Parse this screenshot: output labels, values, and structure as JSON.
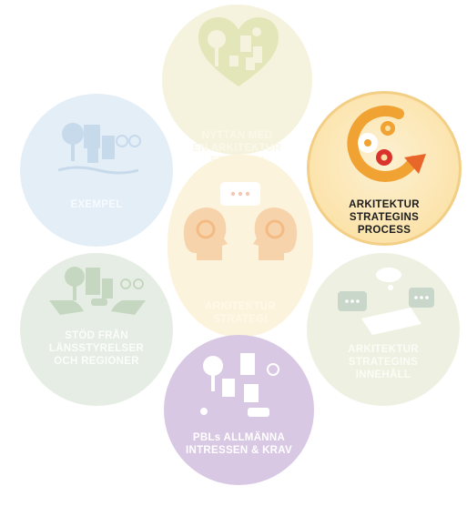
{
  "petals": {
    "nyttan": {
      "label": "NYTTAN MED\nEN ARKITEKTUR\nSTRATEGI"
    },
    "exempel": {
      "label": "EXEMPEL"
    },
    "process": {
      "label": "ARKITEKTUR\nSTRATEGINS\nPROCESS",
      "active": true
    },
    "center": {
      "label": "ARKITEKTUR\nSTRATEGI"
    },
    "stod": {
      "label": "STÖD FRÅN\nLÄNSSTYRELSER\nOCH REGIONER"
    },
    "innehall": {
      "label": "ARKITEKTUR\nSTRATEGINS\nINNEHÅLL"
    },
    "pbl": {
      "label": "PBLs ALLMÄNNA\nINTRESSEN & KRAV"
    }
  },
  "colors": {
    "nyttan": "#f5f3dd",
    "exempel": "#e4eef7",
    "process": "#fbe1a6",
    "center": "#fcf3dc",
    "stod": "#e6ede4",
    "innehall": "#eef1e2",
    "pbl": "#d9c8e4",
    "accent_orange": "#e8662a"
  },
  "icons": {
    "nyttan": "heart-city-icon",
    "exempel": "city-scene-icon",
    "process": "gears-cycle-icon",
    "center": "thinking-heads-icon",
    "stod": "hands-city-icon",
    "innehall": "speech-document-icon",
    "pbl": "law-paragraph-icon"
  }
}
